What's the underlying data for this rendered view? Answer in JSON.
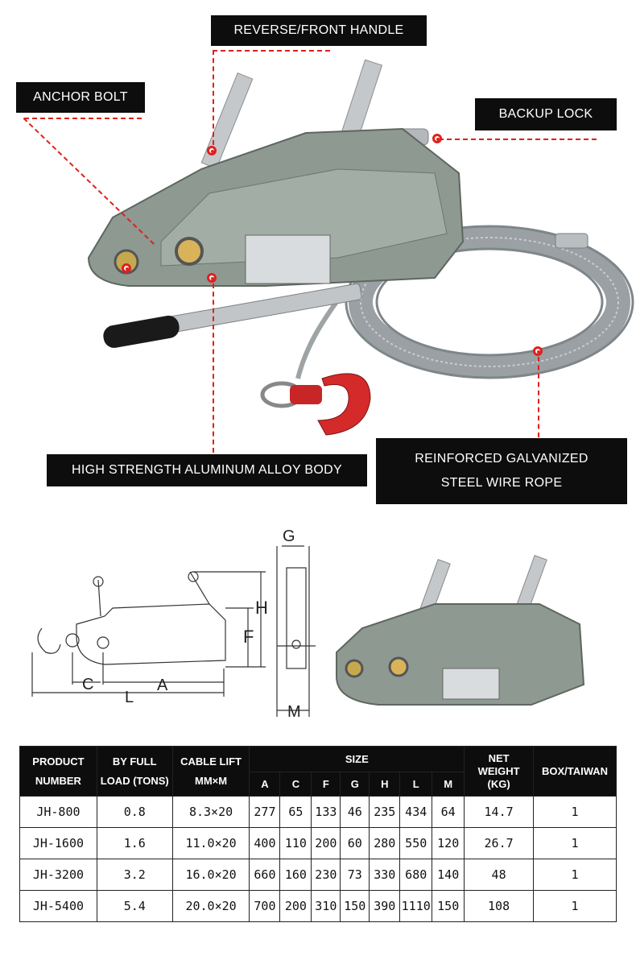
{
  "callouts": {
    "reverse_front_handle": "REVERSE/FRONT HANDLE",
    "anchor_bolt": "ANCHOR BOLT",
    "backup_lock": "BACKUP LOCK",
    "body": "HIGH STRENGTH ALUMINUM ALLOY BODY",
    "wire_rope_line1": "REINFORCED GALVANIZED",
    "wire_rope_line2": "STEEL WIRE ROPE"
  },
  "dimension_labels": {
    "g": "G",
    "h": "H",
    "f": "F",
    "c": "C",
    "a": "A",
    "l": "L",
    "m": "M"
  },
  "colors": {
    "accent_red": "#e0201c",
    "label_bg": "#0d0d0d",
    "body_gray": "#8e9992"
  },
  "table": {
    "headers": {
      "product_number_1": "PRODUCT",
      "product_number_2": "NUMBER",
      "by_full_load_1": "BY FULL",
      "by_full_load_2": "LOAD (TONS)",
      "cable_lift_1": "CABLE LIFT",
      "cable_lift_2": "MM×M",
      "size": "SIZE",
      "net_weight_1": "NET",
      "net_weight_2": "WEIGHT",
      "net_weight_3": "(KG)",
      "box": "BOX/TAIWAN",
      "size_cols": [
        "A",
        "C",
        "F",
        "G",
        "H",
        "L",
        "M"
      ]
    },
    "rows": [
      {
        "product": "JH-800",
        "load": "0.8",
        "cable": "8.3×20",
        "a": "277",
        "c": "65",
        "f": "133",
        "g": "46",
        "h": "235",
        "l": "434",
        "m": "64",
        "weight": "14.7",
        "box": "1"
      },
      {
        "product": "JH-1600",
        "load": "1.6",
        "cable": "11.0×20",
        "a": "400",
        "c": "110",
        "f": "200",
        "g": "60",
        "h": "280",
        "l": "550",
        "m": "120",
        "weight": "26.7",
        "box": "1"
      },
      {
        "product": "JH-3200",
        "load": "3.2",
        "cable": "16.0×20",
        "a": "660",
        "c": "160",
        "f": "230",
        "g": "73",
        "h": "330",
        "l": "680",
        "m": "140",
        "weight": "48",
        "box": "1"
      },
      {
        "product": "JH-5400",
        "load": "5.4",
        "cable": "20.0×20",
        "a": "700",
        "c": "200",
        "f": "310",
        "g": "150",
        "h": "390",
        "l": "1110",
        "m": "150",
        "weight": "108",
        "box": "1"
      }
    ]
  }
}
